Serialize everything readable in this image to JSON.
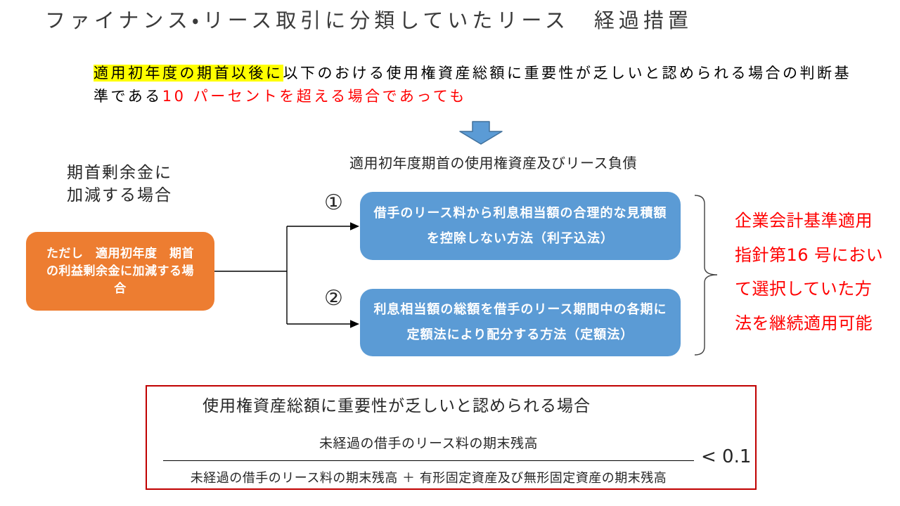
{
  "slide": {
    "title": "ファイナンス・リース取引に分類していたリース　経過措置"
  },
  "intro": {
    "line1_highlight": "適用初年度の期首以後に",
    "line1_rest": "以下のおける使用権資産総額に重要性が乏しいと認められる場合の判断基",
    "line2_prefix": "準である",
    "line2_red": "10 パーセントを超える場合であっても"
  },
  "flow": {
    "heading": "適用初年度期首の使用権資産及びリース負債",
    "left_label_line1": "期首剰余金に",
    "left_label_line2": "加減する場合",
    "orange_box_text": "ただし　適用初年度　期首の利益剰余金に加減する場合",
    "option1": {
      "marker": "①",
      "line1": "借手のリース料から利息相当額の合理的な見積額",
      "line2": "を控除しない方法（利子込法）"
    },
    "option2": {
      "marker": "②",
      "line1": "利息相当額の総額を借手のリース期間中の各期に",
      "line2": "定額法により配分する方法（定額法）"
    },
    "note_lines": [
      "企業会計基準適用",
      "指針第16 号におい",
      "て選択していた方",
      "法を継続適用可能"
    ]
  },
  "criteria_box": {
    "title": "使用権資産総額に重要性が乏しいと認められる場合",
    "numerator": "未経過の借手のリース料の期末残高",
    "denominator": "未経過の借手のリース料の期末残高 ＋ 有形固定資産及び無形固定資産の期末残高",
    "comparison": "< 0.1"
  },
  "colors": {
    "accent_blue": "#5B9BD5",
    "accent_blue_border": "#41719C",
    "accent_orange": "#ED7D31",
    "highlight_yellow": "#FFFF00",
    "text_red": "#FF0000",
    "box_border_red": "#C00000"
  }
}
